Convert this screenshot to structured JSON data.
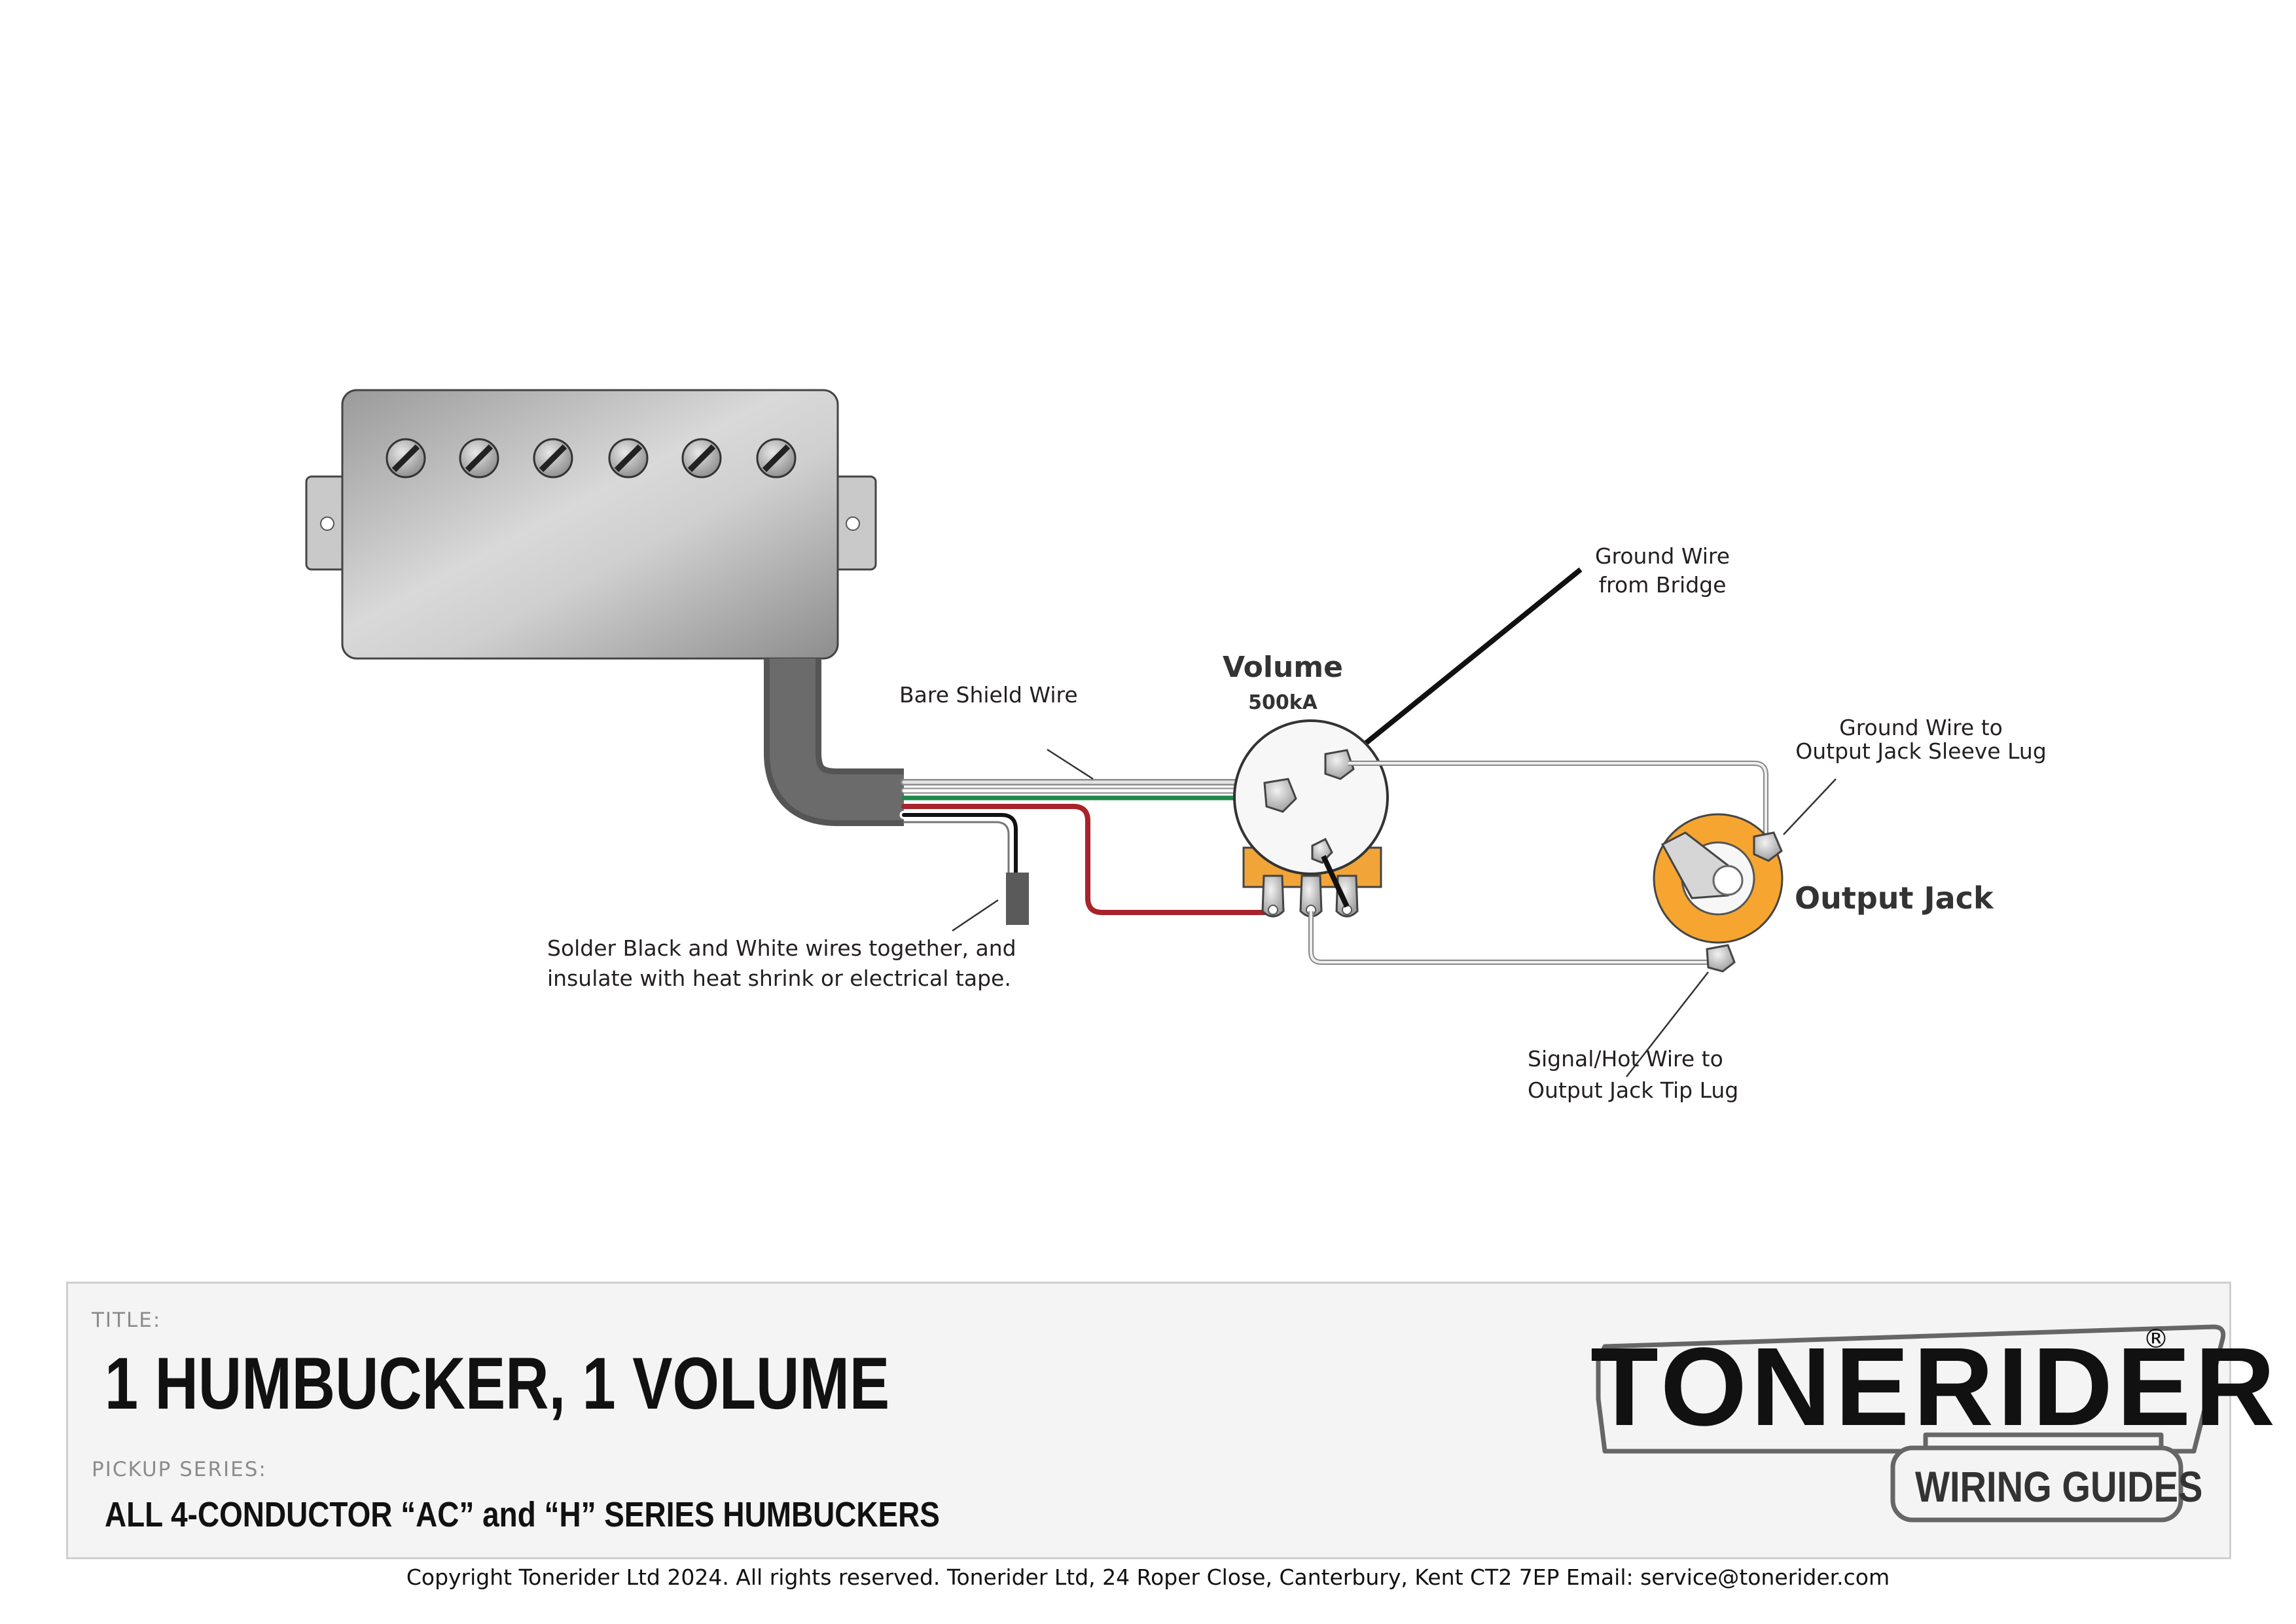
{
  "diagram": {
    "labels": {
      "ground_bridge": [
        "Ground Wire",
        "from Bridge"
      ],
      "bare_shield": "Bare Shield Wire",
      "volume_title": "Volume",
      "volume_value": "500kA",
      "ground_jack": [
        "Ground Wire to",
        "Output Jack Sleeve Lug"
      ],
      "output_jack": "Output Jack",
      "solder_note": [
        "Solder Black and White wires together, and",
        "insulate with heat shrink or electrical tape."
      ],
      "signal_hot": [
        "Signal/Hot Wire to",
        "Output Jack Tip Lug"
      ]
    },
    "wire_colors": {
      "shield": "#b0b0b0",
      "green": "#1e8a4a",
      "red": "#a8232a",
      "black": "#111111",
      "white": "#ffffff",
      "jumper": "#9a9a9a"
    }
  },
  "titleblock": {
    "title_caption": "TITLE:",
    "title": "1 HUMBUCKER, 1 VOLUME",
    "series_caption": "PICKUP SERIES:",
    "series": "ALL 4-CONDUCTOR “AC” and “H” SERIES HUMBUCKERS",
    "logo": {
      "brand": "TONERIDER",
      "registered": "®",
      "subtitle": "WIRING GUIDES"
    }
  },
  "footer": "Copyright Tonerider Ltd 2024. All rights reserved. Tonerider Ltd, 24 Roper Close, Canterbury, Kent CT2 7EP Email: service@tonerider.com"
}
